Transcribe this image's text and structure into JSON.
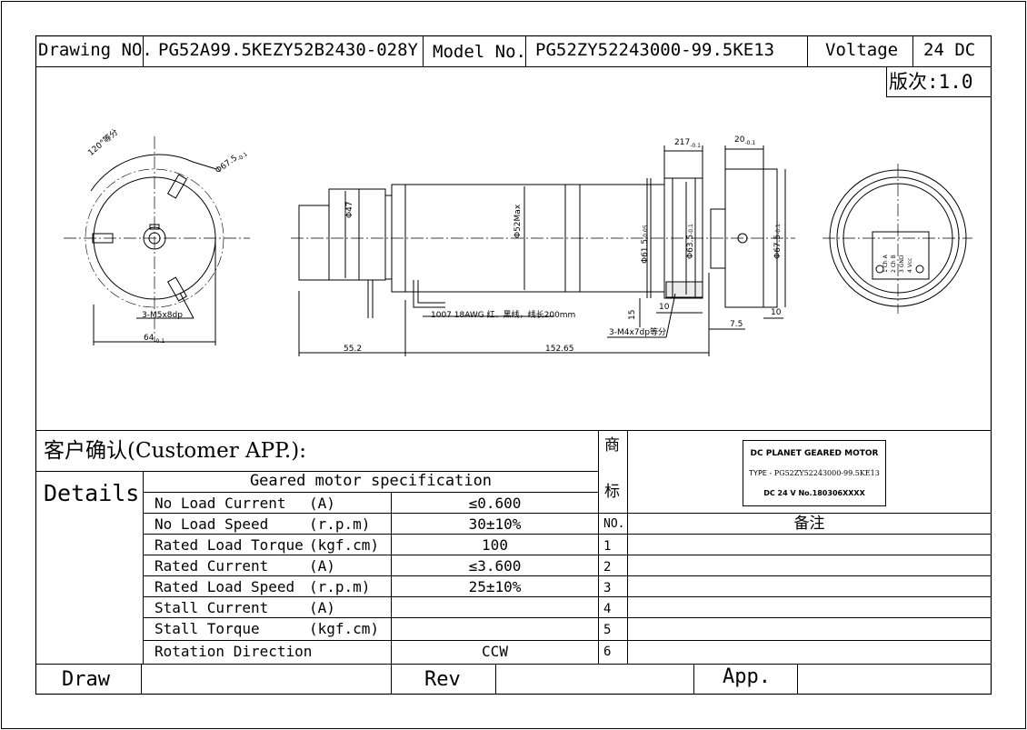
{
  "header": {
    "drawing_no_label": "Drawing NO.",
    "drawing_no_value": "PG52A99.5KEZY52B2430-028Y",
    "model_no_label": "Model No.",
    "model_no_value": "PG52ZY52243000-99.5KE13",
    "voltage_label": "Voltage",
    "voltage_value": "24 DC",
    "revision": "版次:1.0"
  },
  "drawing": {
    "front_view": {
      "angle_note": "120°等分",
      "pcd": "Φ67.5",
      "pcd_tol": "-0.1",
      "holes": "3-M5x8dp",
      "width": "64",
      "width_tol": "-0.1"
    },
    "side_view": {
      "motor_dia": "Φ47",
      "body_dia": "Φ52Max",
      "wire_note": "1007 18AWG 红、黑线，线长200mm",
      "motor_len": "55.2",
      "body_len": "152.65",
      "pilot_dia": "Φ61.5",
      "pilot_tol": "-0.05",
      "shaft_dia": "Φ63.5",
      "shaft_tol": "-0.1",
      "flange_dia": "Φ67.5",
      "flange_tol": "-0.1",
      "dim_217": "217",
      "dim_217_tol": "-0.1",
      "dim_20": "20",
      "dim_20_tol": "-0.1",
      "dim_10a": "10",
      "dim_15": "15",
      "dim_75": "7.5",
      "dim_10b": "10",
      "screws": "3-M4x7dp等分"
    },
    "rear_view": {
      "pins": [
        "1 Ch A",
        "2 Ch B",
        "3 GND",
        "4 Vcc"
      ]
    }
  },
  "customer": {
    "title": "客户确认(Customer APP.):",
    "trademark_char_1": "商",
    "trademark_char_2": "标",
    "label": {
      "line1": "DC PLANET GEARED MOTOR",
      "line2_prefix": "TYPE - ",
      "line2_model": "PG52ZY52243000-99.5KE13",
      "line3": "DC 24 V   No.180306XXXX"
    }
  },
  "details": {
    "label": "Details",
    "spec_title": "Geared motor specification",
    "rows": [
      {
        "name": "No Load Current",
        "unit": "(A)",
        "value": "≤0.600"
      },
      {
        "name": "No Load Speed",
        "unit": "(r.p.m)",
        "value": "30±10%"
      },
      {
        "name": "Rated Load Torque",
        "unit": "(kgf.cm)",
        "value": "100"
      },
      {
        "name": "Rated Current",
        "unit": "(A)",
        "value": "≤3.600"
      },
      {
        "name": "Rated Load Speed",
        "unit": "(r.p.m)",
        "value": "25±10%"
      },
      {
        "name": "Stall Current",
        "unit": "(A)",
        "value": ""
      },
      {
        "name": "Stall Torque",
        "unit": "(kgf.cm)",
        "value": ""
      },
      {
        "name": "Rotation Direction",
        "unit": "",
        "value": "CCW"
      }
    ],
    "notes_no_label": "NO.",
    "notes_label": "备注",
    "notes_numbers": [
      "1",
      "2",
      "3",
      "4",
      "5",
      "6"
    ]
  },
  "footer": {
    "draw_label": "Draw",
    "rev_label": "Rev",
    "app_label": "App."
  }
}
